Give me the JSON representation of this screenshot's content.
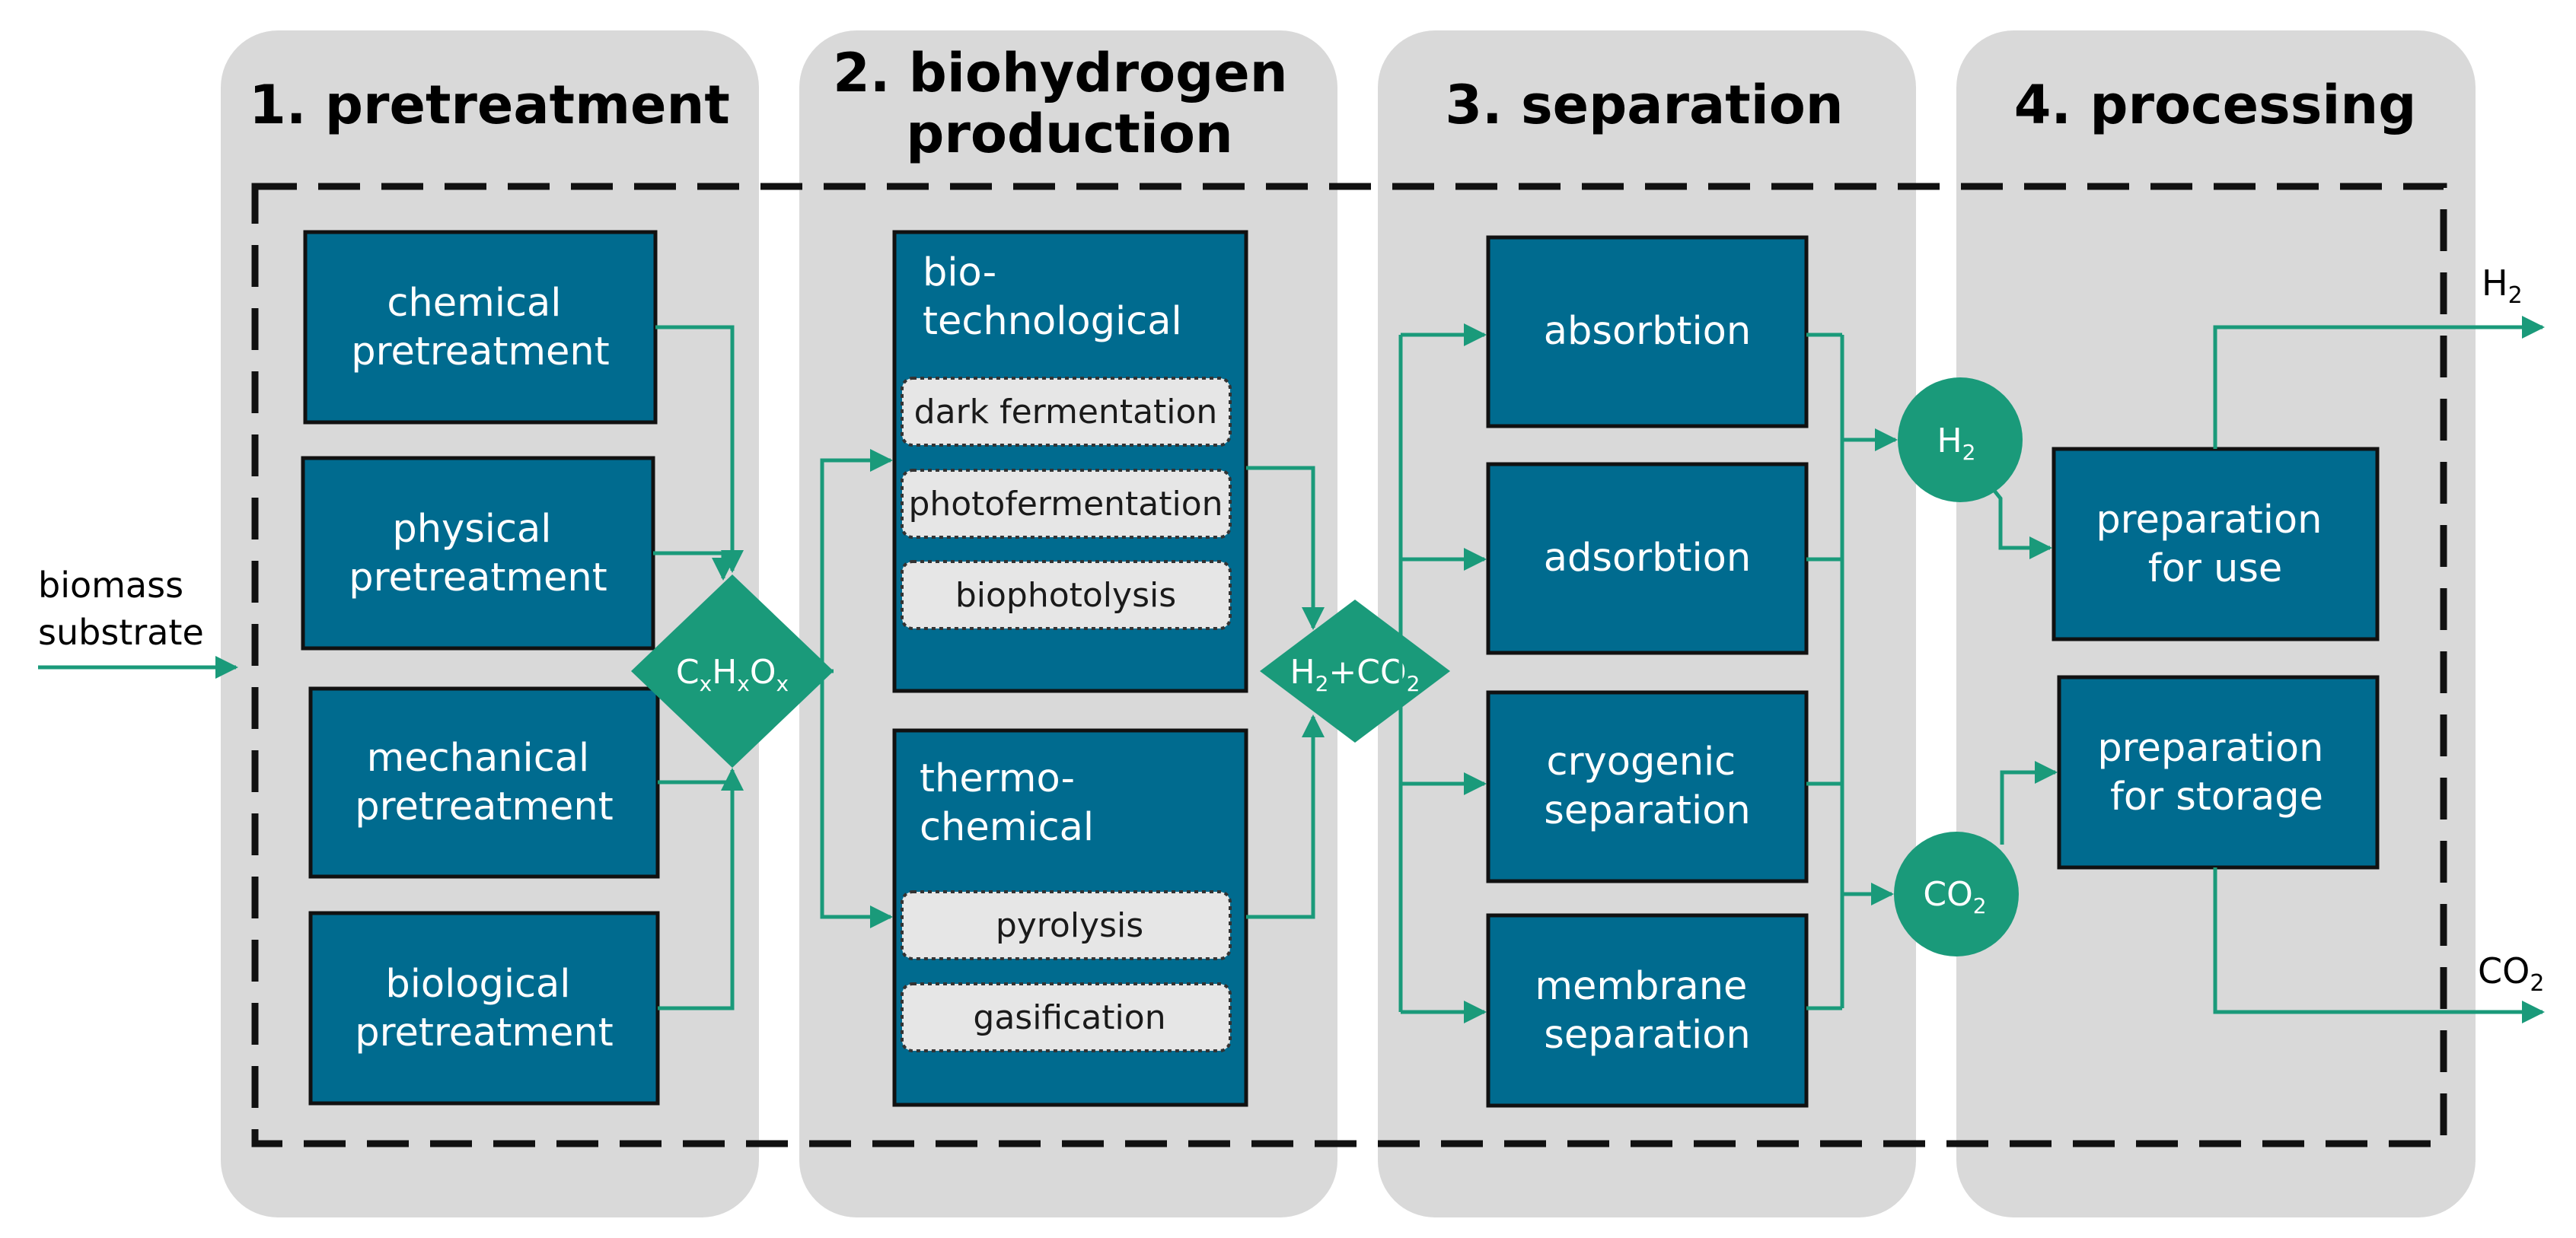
{
  "columns": [
    {
      "title_lines": [
        "1. pretreatment"
      ]
    },
    {
      "title_lines": [
        "2. biohydrogen",
        "production"
      ]
    },
    {
      "title_lines": [
        "3. separation"
      ]
    },
    {
      "title_lines": [
        "4. processing"
      ]
    }
  ],
  "input": {
    "lines": [
      "biomass",
      "substrate"
    ]
  },
  "pretreatments": [
    {
      "lines": [
        "chemical",
        "pretreatment"
      ]
    },
    {
      "lines": [
        "physical",
        "pretreatment"
      ]
    },
    {
      "lines": [
        "mechanical",
        "pretreatment"
      ]
    },
    {
      "lines": [
        "biological",
        "pretreatment"
      ]
    }
  ],
  "intermediate": {
    "base": [
      "C",
      "H",
      "O"
    ],
    "sub": "x"
  },
  "production": {
    "biotech": {
      "lines": [
        "bio-",
        "technological"
      ],
      "methods": [
        "dark fermentation",
        "photofermentation",
        "biophotolysis"
      ]
    },
    "thermo": {
      "lines": [
        "thermo-",
        "chemical"
      ],
      "methods": [
        "pyrolysis",
        "gasification"
      ]
    }
  },
  "mixture": {
    "h2": "H",
    "h2_sub": "2",
    "plus": "+",
    "co2": "CO",
    "co2_sub": "2"
  },
  "separation": [
    {
      "lines": [
        "absorbtion"
      ]
    },
    {
      "lines": [
        "adsorbtion"
      ]
    },
    {
      "lines": [
        "cryogenic",
        "separation"
      ]
    },
    {
      "lines": [
        "membrane",
        "separation"
      ]
    }
  ],
  "products": {
    "h2": {
      "base": "H",
      "sub": "2"
    },
    "co2": {
      "base": "CO",
      "sub": "2"
    }
  },
  "processing": [
    {
      "lines": [
        "preparation",
        "for use"
      ]
    },
    {
      "lines": [
        "preparation",
        "for storage"
      ]
    }
  ],
  "outputs": {
    "h2": {
      "base": "H",
      "sub": "2"
    },
    "co2": {
      "base": "CO",
      "sub": "2"
    }
  },
  "colors": {
    "panel": "#d9d9d9",
    "box": "#006b8f",
    "sub_box": "#e6e6e6",
    "flow": "#1a9a7a",
    "node": "#1a9a7a",
    "dashed": "#111111"
  }
}
